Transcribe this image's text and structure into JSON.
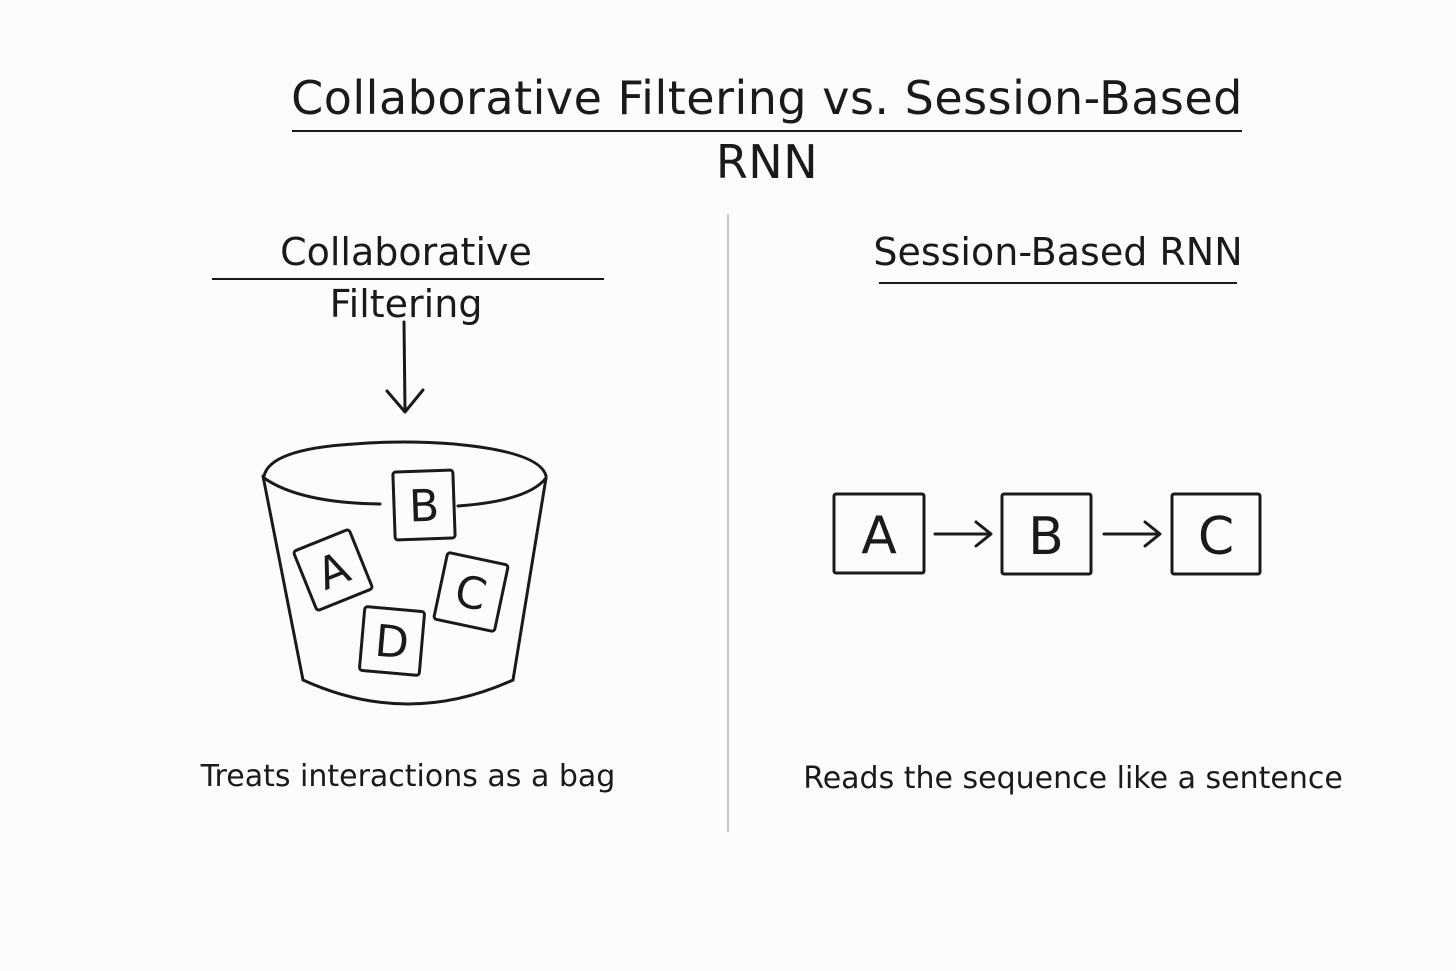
{
  "title": "Collaborative Filtering vs. Session-Based RNN",
  "left_panel": {
    "heading": "Collaborative Filtering",
    "caption": "Treats interactions as a bag",
    "bag_items": [
      "A",
      "B",
      "C",
      "D"
    ]
  },
  "right_panel": {
    "heading": "Session-Based RNN",
    "caption": "Reads the sequence like a sentence",
    "sequence_items": [
      "A",
      "B",
      "C"
    ]
  }
}
